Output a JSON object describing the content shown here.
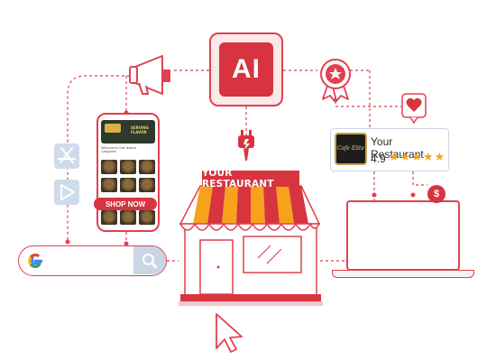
{
  "ai_box": {
    "label": "AI"
  },
  "phone": {
    "hero_tagline": "SERVING FLAVOR",
    "welcome_text": "Welcome to Cafe Ilhando",
    "section_label": "Categories",
    "cta_label": "SHOP NOW"
  },
  "store": {
    "sign_label": "YOUR RESTAURANT"
  },
  "review_card": {
    "logo_text": "Cafe Elite",
    "name": "Your Restaurant",
    "rating": "4.9",
    "stars": "★★★★★"
  },
  "laptop": {
    "dollar_symbol": "$"
  },
  "icons": [
    "megaphone-icon",
    "award-ribbon-icon",
    "heart-icon",
    "power-plug-icon",
    "app-store-icon",
    "play-store-icon",
    "google-icon",
    "search-icon",
    "cursor-icon",
    "dollar-icon"
  ],
  "colors": {
    "accent": "#d7343f",
    "outline": "#e1414f",
    "awning_yellow": "#f7a21b",
    "tile_blue": "#cfdbea",
    "star": "#f3a51e"
  }
}
